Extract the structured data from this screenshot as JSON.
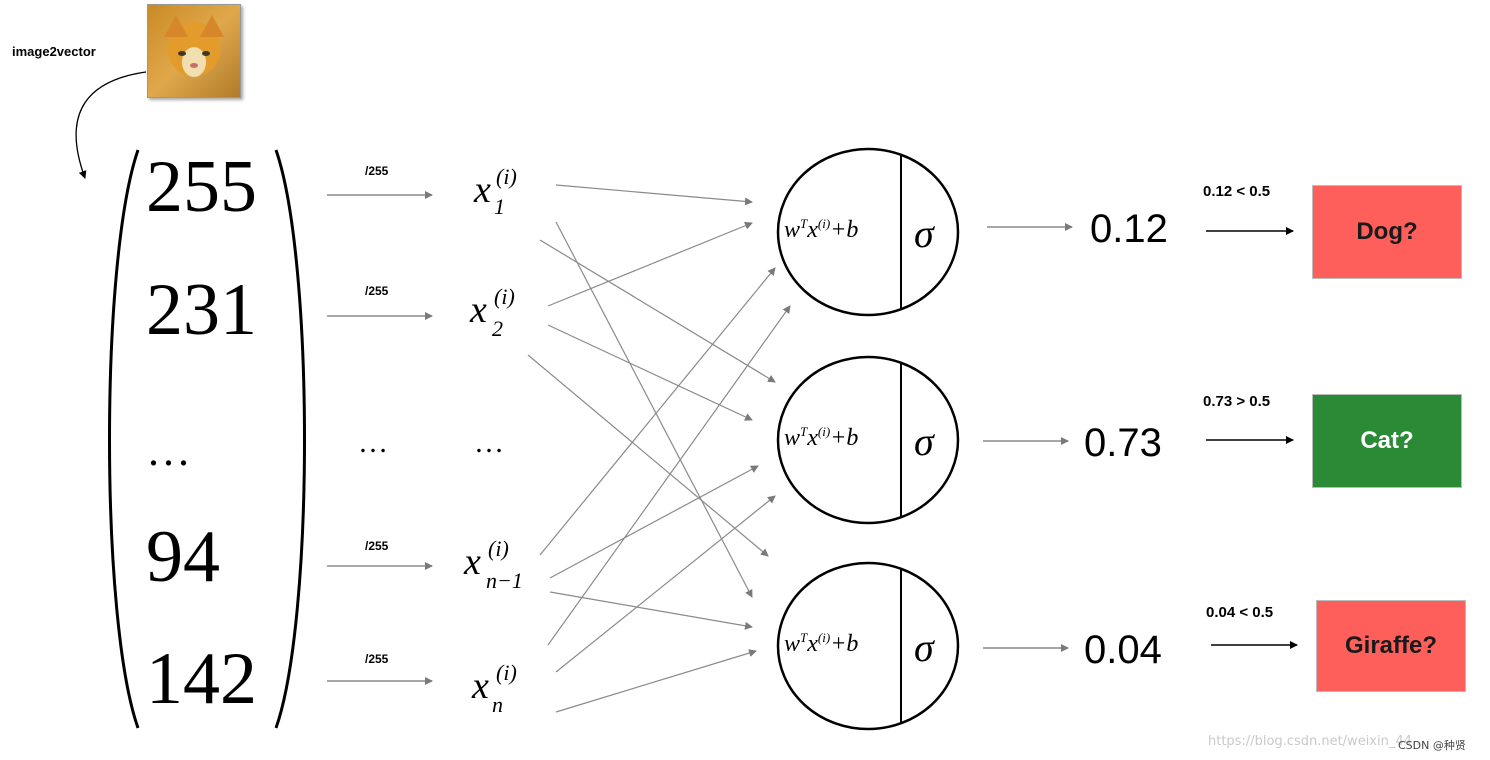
{
  "image_label": "image2vector",
  "input_values": [
    "255",
    "231",
    "...",
    "94",
    "142"
  ],
  "divide_label": "/255",
  "ellipsis": "…",
  "x_inputs": [
    {
      "base": "x",
      "sup": "(i)",
      "sub": "1"
    },
    {
      "base": "x",
      "sup": "(i)",
      "sub": "2"
    },
    {
      "base": "x",
      "sup": "(i)",
      "sub": "n−1"
    },
    {
      "base": "x",
      "sup": "(i)",
      "sub": "n"
    }
  ],
  "neuron": {
    "linear": "w",
    "linear_sup": "T",
    "linear_x": "x",
    "linear_x_sup": "(i)",
    "linear_b": "+b",
    "activation": "σ"
  },
  "outputs": [
    {
      "prob": "0.12",
      "threshold": "0.12 < 0.5",
      "answer": "Dog?",
      "color": "#ff5f5a",
      "text_color": "#1a1a1a"
    },
    {
      "prob": "0.73",
      "threshold": "0.73 > 0.5",
      "answer": "Cat?",
      "color": "#2b8a36",
      "text_color": "#ffffff"
    },
    {
      "prob": "0.04",
      "threshold": "0.04 < 0.5",
      "answer": "Giraffe?",
      "color": "#ff5f5a",
      "text_color": "#1a1a1a"
    }
  ],
  "watermark": "https://blog.csdn.net/weixin_44...",
  "watermark_credit": "CSDN @种贤"
}
